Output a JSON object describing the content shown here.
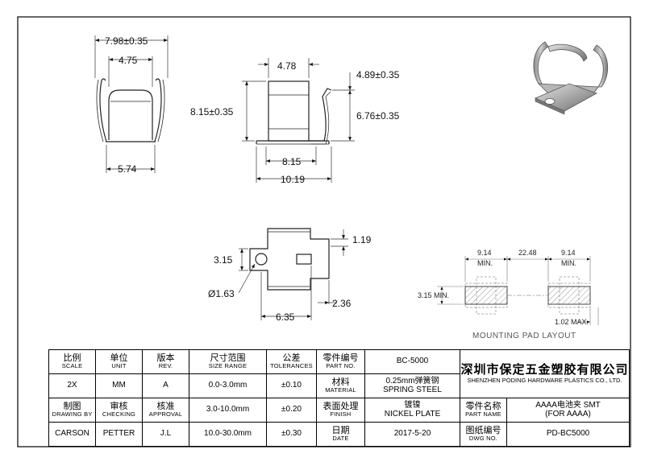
{
  "drawing": {
    "front_view": {
      "overall_width": "7.98±0.35",
      "clip_width": "4.75",
      "base_width": "5.74"
    },
    "side_view": {
      "top_width": "4.78",
      "arm_offset": "4.89±0.35",
      "total_height": "8.15±0.35",
      "body_height": "6.76±0.35",
      "base_length": "8.15",
      "overall_length": "10.19"
    },
    "bottom_view": {
      "tab_height": "1.19",
      "pad_height": "3.15",
      "hole_diameter": "Ø1.63",
      "slot_offset": "2.36",
      "hole_spacing": "6.35"
    },
    "pad_layout": {
      "pad_min_left": "9.14",
      "pad_min_right": "9.14",
      "min_label": "MIN.",
      "pad_gap": "22.48",
      "pad_height": "3.15 MIN.",
      "clearance": "1.02 MAX.",
      "caption": "MOUNTING PAD LAYOUT"
    }
  },
  "title_block": {
    "headers": [
      {
        "zh": "比例",
        "en": "SCALE"
      },
      {
        "zh": "单位",
        "en": "UNIT"
      },
      {
        "zh": "版本",
        "en": "REV."
      },
      {
        "zh": "尺寸范围",
        "en": "SIZE RANGE"
      },
      {
        "zh": "公差",
        "en": "TOLERANCES"
      },
      {
        "zh": "零件编号",
        "en": "PART NO."
      }
    ],
    "part_no": "BC-5000",
    "row1": {
      "scale": "2X",
      "unit": "MM",
      "rev": "A",
      "range": "0.0-3.0mm",
      "tol": "±0.10",
      "material_zh": "材料",
      "material_en": "MATERIAL",
      "material_val1": "0.25mm弹簧钢",
      "material_val2": "SPRING STEEL"
    },
    "row2": {
      "drawing_zh": "制图",
      "drawing_en": "DRAWING BY",
      "checking_zh": "审核",
      "checking_en": "CHECKING",
      "approval_zh": "核准",
      "approval_en": "APPROVAL",
      "range": "3.0-10.0mm",
      "tol": "±0.20",
      "finish_zh": "表面处理",
      "finish_en": "FINISH",
      "finish_val1": "镀镍",
      "finish_val2": "NICKEL PLATE",
      "partname_zh": "零件名称",
      "partname_en": "PART NAME",
      "partname_val1": "AAAA电池夹 SMT",
      "partname_val2": "(FOR AAAA)"
    },
    "row3": {
      "drawn_by": "CARSON",
      "checked_by": "PETTER",
      "approved_by": "J.L",
      "range": "10.0-30.0mm",
      "tol": "±0.30",
      "date_zh": "日期",
      "date_en": "DATE",
      "date_val": "2017-5-20",
      "dwg_zh": "图纸编号",
      "dwg_en": "DWG NO.",
      "dwg_val": "PD-BC5000"
    },
    "company": {
      "name_zh": "深圳市保定五金塑胶有限公司",
      "name_en": "SHENZHEN PODING HARDWARE PLASTICS CO., LTD."
    }
  }
}
